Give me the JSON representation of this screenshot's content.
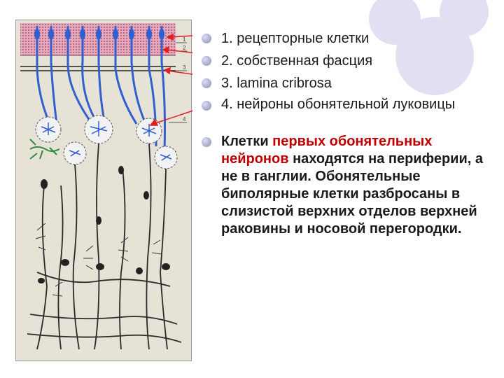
{
  "slide": {
    "bullets": [
      {
        "text": "1. рецепторные клетки"
      },
      {
        "text": "2. собственная фасция"
      },
      {
        "text": "3. lamina cribrosa"
      },
      {
        "text": "4. нейроны обонятельной луковицы"
      }
    ],
    "paragraph": {
      "prefix": "Клетки ",
      "highlight": "первых обонятельных нейронов",
      "suffix": " находятся на периферии, а не в ганглии. Обонятельные биполярные клетки разбросаны в слизистой верхних отделов верхней раковины и носовой перегородки."
    }
  },
  "figure": {
    "layer_labels": [
      "1",
      "2",
      "3",
      "4"
    ]
  },
  "colors": {
    "accent_red": "#c00000",
    "neuron_blue": "#2f5fd0",
    "mucosa_pink": "#d69ab0",
    "bullet_lavender": "#8c8cb8"
  }
}
